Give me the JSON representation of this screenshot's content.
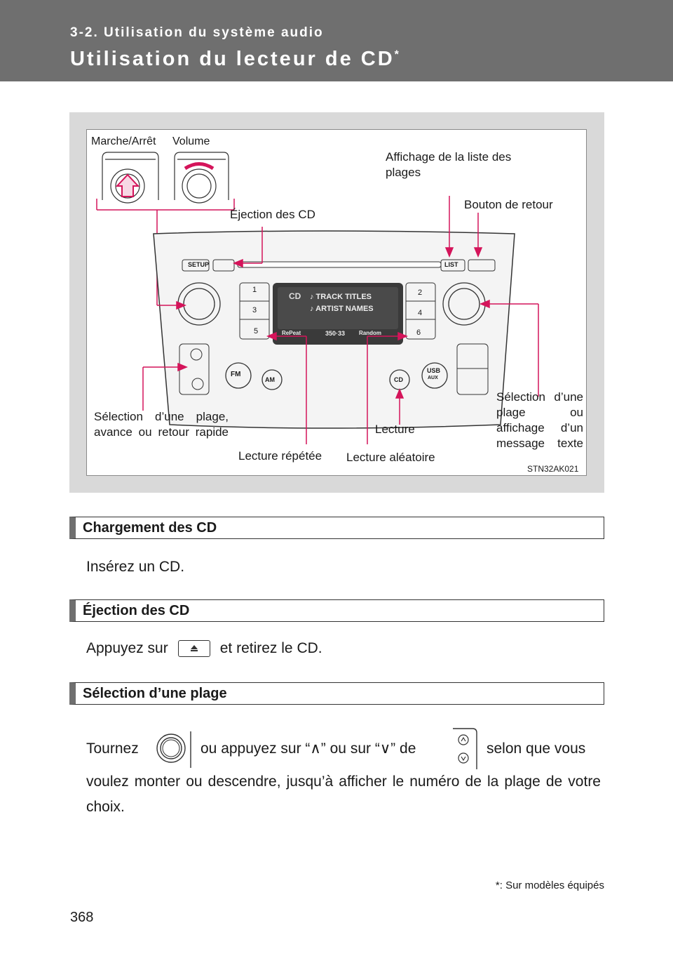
{
  "header": {
    "section": "3-2. Utilisation du système audio",
    "title": "Utilisation du lecteur de CD",
    "title_mark": "*"
  },
  "figure": {
    "labels": {
      "power": "Marche/Arrêt",
      "volume": "Volume",
      "track_list": "Affichage de la liste des plages",
      "back_button": "Bouton de retour",
      "eject": "Éjection des CD",
      "select_track_ff": "Sélection d’une plage, avance ou retour rapide",
      "repeat": "Lecture répétée",
      "random": "Lecture aléatoire",
      "play": "Lecture",
      "select_text": "Sélection d’une plage ou affichage d’un message texte"
    },
    "unit_buttons": {
      "setup": "SETUP",
      "list": "LIST",
      "fm": "FM",
      "am": "AM",
      "cd": "CD",
      "usb": "USB",
      "aux": "AUX",
      "presets": [
        "1",
        "2",
        "3",
        "4",
        "5",
        "6"
      ]
    },
    "display": {
      "cd": "CD",
      "track_titles": "♪ TRACK TITLES",
      "artist_names": "♪ ARTIST NAMES",
      "repeat": "RePeat",
      "time": "350·33",
      "random": "Random"
    },
    "code": "STN32AK021"
  },
  "sections": [
    {
      "heading": "Chargement des CD",
      "text": "Insérez un CD."
    },
    {
      "heading": "Éjection des CD",
      "text_before": "Appuyez sur",
      "text_after": "et retirez le CD."
    },
    {
      "heading": "Sélection d’une plage",
      "line1_a": "Tournez",
      "line1_b": "ou appuyez sur “∧” ou sur “∨” de",
      "line1_c": "selon que vous",
      "line2": "voulez monter ou descendre, jusqu’à afficher le numéro de la plage de votre choix."
    }
  ],
  "footnote": "*: Sur modèles équipés",
  "page_number": "368",
  "colors": {
    "header": "#6f6f6f",
    "accent": "#d4145a",
    "figure_bg": "#d9d9d9"
  }
}
